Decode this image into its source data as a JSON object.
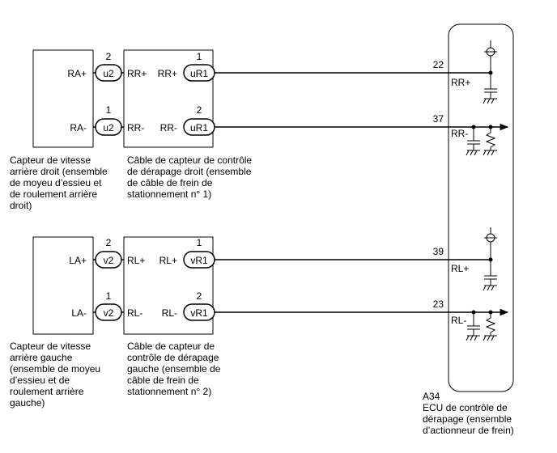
{
  "upper": {
    "sensor": {
      "pin_plus": "RA+",
      "pin_minus": "RA-",
      "caption": [
        "Capteur de vitesse",
        "arrière droit (ensemble",
        "de moyeu d’essieu et",
        "de roulement arrière",
        "droit)"
      ]
    },
    "conn1": {
      "plus_num": "2",
      "plus_label": "u2",
      "minus_num": "1",
      "minus_label": "u2"
    },
    "cable": {
      "left_plus": "RR+",
      "left_minus": "RR-",
      "right_plus": "RR+",
      "right_minus": "RR-",
      "caption": [
        "Câble de capteur de contrôle",
        "de dérapage droit (ensemble",
        "de câble de frein de",
        "stationnement n° 1)"
      ]
    },
    "conn2": {
      "plus_num": "1",
      "plus_label": "uR1",
      "minus_num": "2",
      "minus_label": "uR1"
    },
    "ecu_pins": {
      "plus_num": "22",
      "plus_label": "RR+",
      "minus_num": "37",
      "minus_label": "RR-"
    }
  },
  "lower": {
    "sensor": {
      "pin_plus": "LA+",
      "pin_minus": "LA-",
      "caption": [
        "Capteur de vitesse",
        "arrière gauche",
        "(ensemble de moyeu",
        "d’essieu et de",
        "roulement arrière",
        "gauche)"
      ]
    },
    "conn1": {
      "plus_num": "2",
      "plus_label": "v2",
      "minus_num": "1",
      "minus_label": "v2"
    },
    "cable": {
      "left_plus": "RL+",
      "left_minus": "RL-",
      "right_plus": "RL+",
      "right_minus": "RL-",
      "caption": [
        "Câble de capteur de",
        "contrôle de dérapage",
        "gauche (ensemble de",
        "câble de frein de",
        "stationnement n° 2)"
      ]
    },
    "conn2": {
      "plus_num": "1",
      "plus_label": "vR1",
      "minus_num": "2",
      "minus_label": "vR1"
    },
    "ecu_pins": {
      "plus_num": "39",
      "plus_label": "RL+",
      "minus_num": "23",
      "minus_label": "RL-"
    }
  },
  "ecu": {
    "code": "A34",
    "caption": [
      "ECU de contrôle de",
      "dérapage (ensemble",
      "d’actionneur de frein)"
    ]
  }
}
